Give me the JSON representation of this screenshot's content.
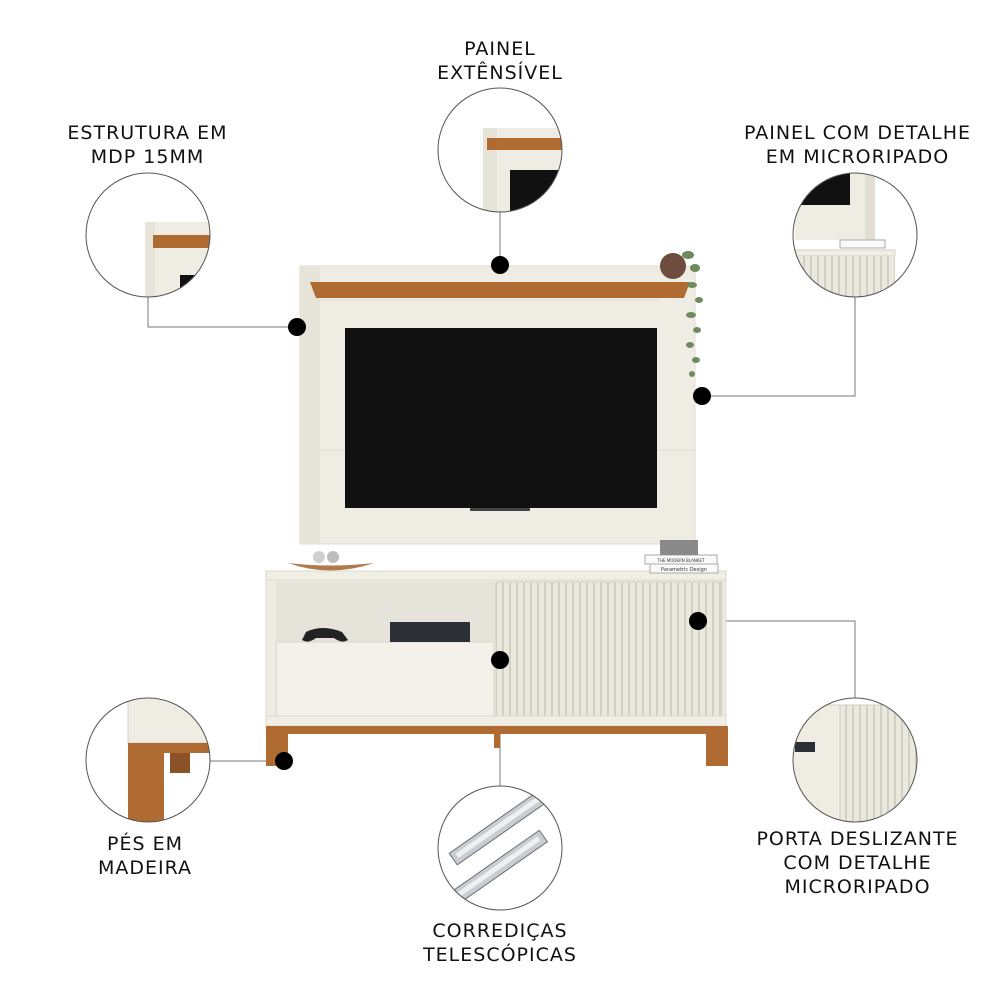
{
  "callouts": {
    "painel_extensivel": "PAINEL\nEXTÊNSÍVEL",
    "estrutura": "ESTRUTURA EM\nMDP 15MM",
    "painel_microripado": "PAINEL COM DETALHE\nEM MICRORIPADO",
    "pes": "PÉS EM\nMADEIRA",
    "corredicas": "CORREDIÇAS\nTELESCÓPICAS",
    "porta": "PORTA DESLIZANTE\nCOM DETALHE\nMICRORIPADO"
  },
  "book_labels": {
    "book_top": "THE MODERN BLANKET",
    "book_bottom": "Parametric Design"
  },
  "colors": {
    "panel": "#efece3",
    "wood": "#b06b33",
    "tv": "#111111",
    "line": "#777777",
    "dot": "#000000"
  }
}
